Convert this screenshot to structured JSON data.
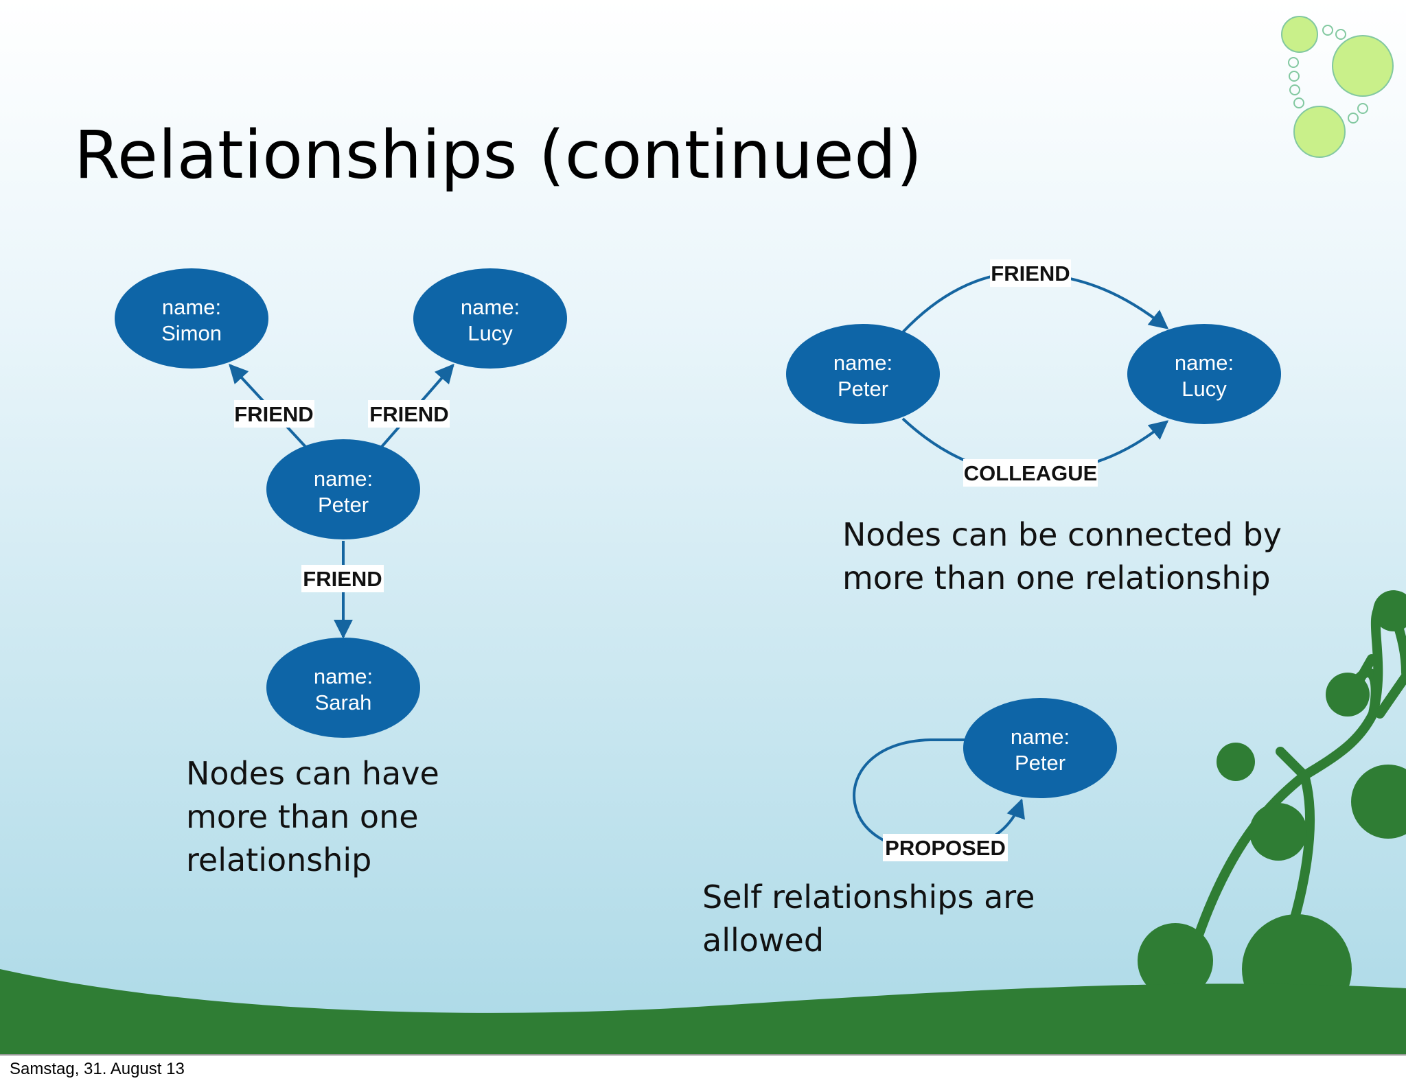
{
  "slide": {
    "title": "Relationships (continued)",
    "footer_date": "Samstag, 31. August 13"
  },
  "colors": {
    "node_fill": "#0e65a7",
    "edge": "#1565a0",
    "hill": "#2f7d34",
    "sky_top": "#ffffff",
    "sky_bottom": "#a9d8e6",
    "bubble": "#c9f08a"
  },
  "diagrams": {
    "tree": {
      "nodes": {
        "simon": {
          "line1": "name:",
          "line2": "Simon"
        },
        "lucy": {
          "line1": "name:",
          "line2": "Lucy"
        },
        "peter": {
          "line1": "name:",
          "line2": "Peter"
        },
        "sarah": {
          "line1": "name:",
          "line2": "Sarah"
        }
      },
      "edges": {
        "peter_simon": "FRIEND",
        "peter_lucy": "FRIEND",
        "peter_sarah": "FRIEND"
      },
      "caption": [
        "Nodes can have",
        "more than one",
        "relationship"
      ]
    },
    "multi": {
      "nodes": {
        "peter": {
          "line1": "name:",
          "line2": "Peter"
        },
        "lucy": {
          "line1": "name:",
          "line2": "Lucy"
        }
      },
      "edges": {
        "friend": "FRIEND",
        "colleague": "COLLEAGUE"
      },
      "caption": [
        "Nodes can be connected by",
        "more than one relationship"
      ]
    },
    "self": {
      "nodes": {
        "peter": {
          "line1": "name:",
          "line2": "Peter"
        }
      },
      "edges": {
        "proposed": "PROPOSED"
      },
      "caption": [
        "Self relationships are",
        "allowed"
      ]
    }
  }
}
